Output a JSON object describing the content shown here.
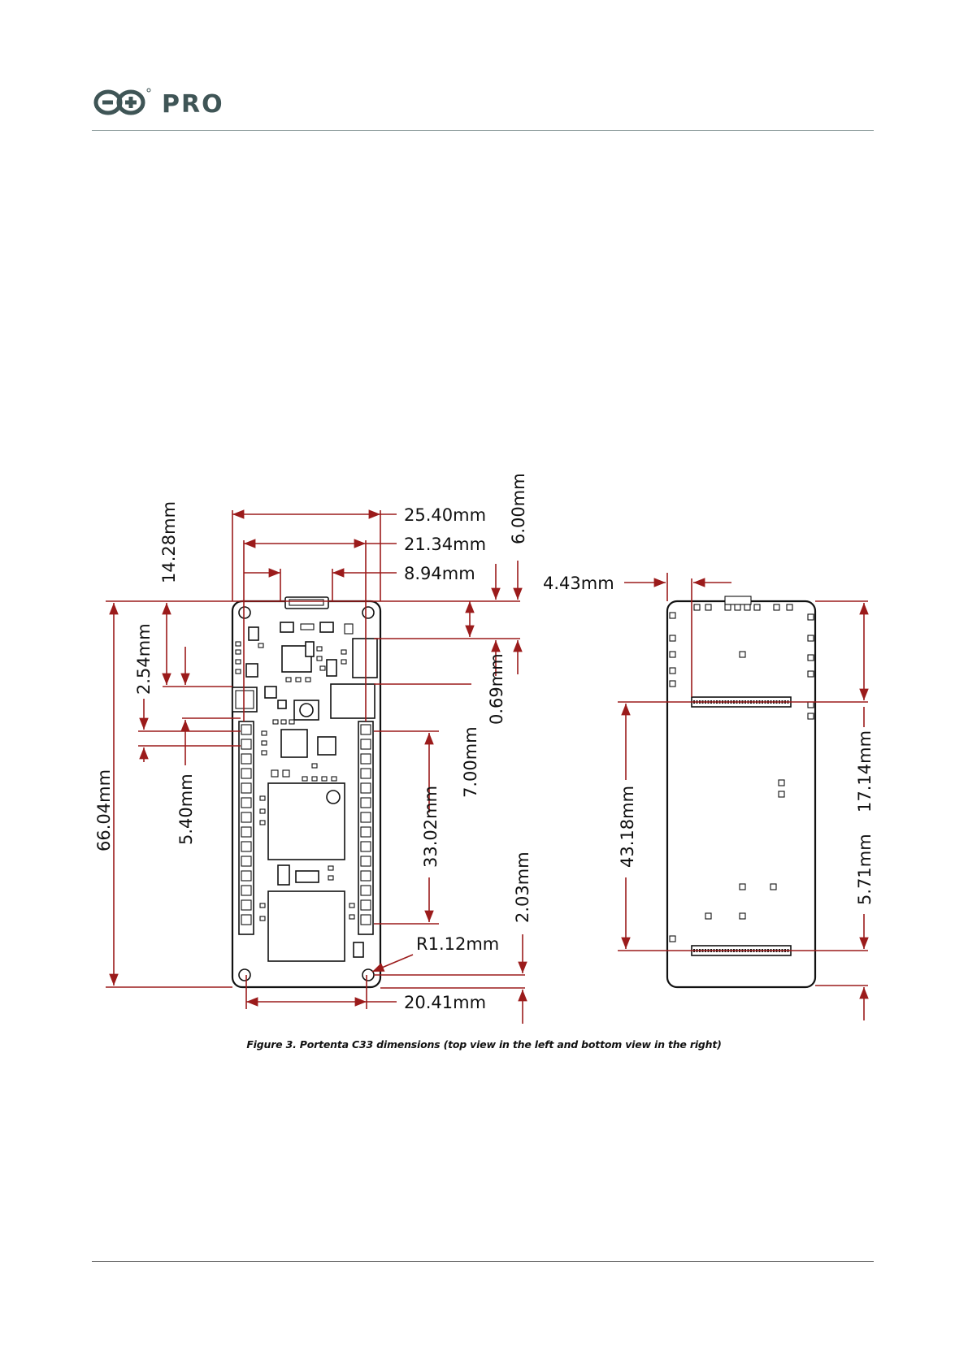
{
  "header": {
    "brand": "PRO",
    "logo_icon": "arduino-infinity-logo-icon"
  },
  "figure": {
    "caption": "Figure 3. Portenta C33 dimensions (top view in the left and bottom view in the right)",
    "top_view": {
      "board_width": "25.40mm",
      "header_spacing": "21.34mm",
      "usb_offset": "8.94mm",
      "connector_height": "6.00mm",
      "board_length": "66.04mm",
      "hole_offset": "14.28mm",
      "pin_pitch": "2.54mm",
      "header_start": "5.40mm",
      "pin_row_length": "33.02mm",
      "edge_offset": "0.69mm",
      "connector_offset": "7.00mm",
      "bottom_offset": "2.03mm",
      "hole_radius": "R1.12mm",
      "hole_spacing": "20.41mm"
    },
    "bottom_view": {
      "connector_edge_offset": "4.43mm",
      "connector_spacing": "43.18mm",
      "top_connector_offset": "17.14mm",
      "bottom_connector_offset": "5.71mm"
    }
  },
  "colors": {
    "dimension_line": "#9b1b1b",
    "rule": "#8a9a9a"
  }
}
